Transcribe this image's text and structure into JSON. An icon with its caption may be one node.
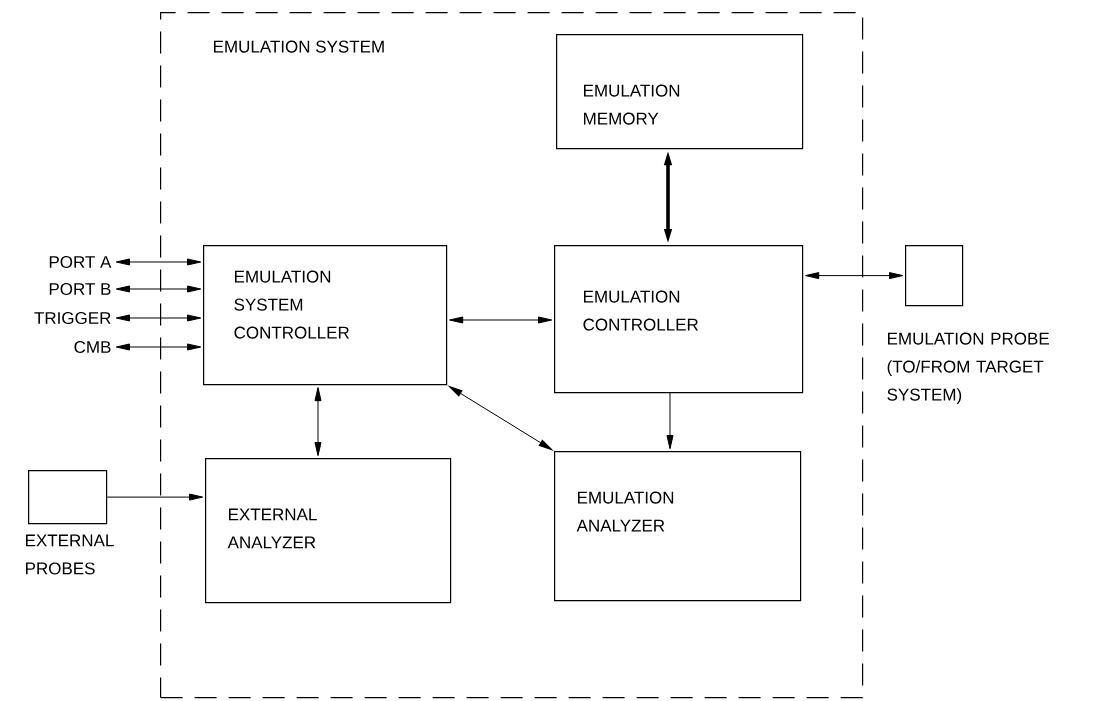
{
  "diagram": {
    "nodes": [
      {
        "text": [
          "EMULATION SYSTEM"
        ]
      },
      {
        "text": [
          "EMULATION MEMORY"
        ],
        "in": 0
      },
      {
        "text": [
          "EMULATION SYSTEM CONTROLLER"
        ],
        "in": 0
      },
      {
        "text": [
          "EMULATION CONTROLLER"
        ],
        "in": 0
      },
      {
        "text": [
          "EXTERNAL ANALYZER"
        ],
        "in": 0
      },
      {
        "text": [
          "EMULATION ANALYZER"
        ],
        "in": 0
      },
      {
        "text": [
          "PORT A"
        ]
      },
      {
        "text": [
          "PORT B"
        ]
      },
      {
        "text": [
          "TRIGGER"
        ]
      },
      {
        "text": [
          "CMB"
        ]
      },
      {
        "text": [],
        "shape": "box",
        "beside": [
          "EXTERNAL PROBES"
        ]
      },
      {
        "text": [],
        "shape": "box",
        "beside": [
          "EMULATION PROBE (TO/FROM TARGET SYSTEM)"
        ]
      }
    ],
    "edges": [
      {
        "from": 6,
        "to": 2,
        "arrow": "both"
      },
      {
        "from": 7,
        "to": 2,
        "arrow": "both"
      },
      {
        "from": 8,
        "to": 2,
        "arrow": "both"
      },
      {
        "from": 9,
        "to": 2,
        "arrow": "both"
      },
      {
        "from": 2,
        "to": 3,
        "arrow": "both"
      },
      {
        "from": 1,
        "to": 3,
        "arrow": "both",
        "style": "thick"
      },
      {
        "from": 3,
        "to": 5,
        "arrow": "to"
      },
      {
        "from": 2,
        "to": 4,
        "arrow": "both"
      },
      {
        "from": 2,
        "to": 5,
        "arrow": "both"
      },
      {
        "from": 10,
        "to": 4,
        "arrow": "to"
      },
      {
        "from": 3,
        "to": 11,
        "arrow": "both"
      }
    ]
  }
}
